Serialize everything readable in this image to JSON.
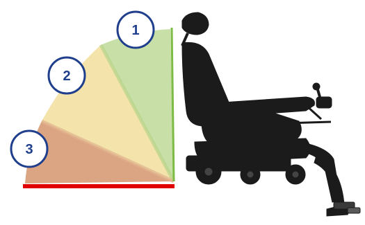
{
  "zones": [
    {
      "id": "1",
      "label": "1",
      "color": "#c5dea2"
    },
    {
      "id": "2",
      "label": "2",
      "color": "#f3e3a6"
    },
    {
      "id": "3",
      "label": "3",
      "color": "#d9a07c"
    }
  ],
  "colors": {
    "badge_stroke": "#1f3e8c",
    "badge_text": "#1f3e8c",
    "floor_line": "#e00000",
    "pivot_line": "#7cbc44",
    "chair_frame": "#1b1b1b"
  }
}
